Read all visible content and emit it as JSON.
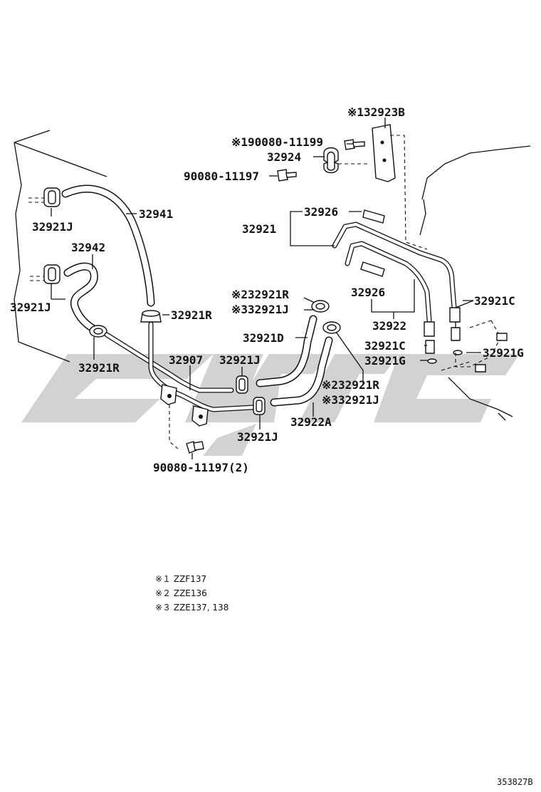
{
  "diagram": {
    "labels": {
      "l_32923B": "※132923B",
      "l_90080_11199": "※190080-11199",
      "l_32924": "32924",
      "l_90080_11197a": "90080-11197",
      "l_32941": "32941",
      "l_32921J_a": "32921J",
      "l_32942": "32942",
      "l_32921J_b": "32921J",
      "l_32926_a": "32926",
      "l_32921": "32921",
      "l_32921R_a": "※232921R",
      "l_32921J_c": "※332921J",
      "l_32926_b": "32926",
      "l_32921C_a": "32921C",
      "l_32921R_b": "32921R",
      "l_32921D": "32921D",
      "l_32922": "32922",
      "l_32921C_b": "32921C",
      "l_32921G_a": "32921G",
      "l_32921G_b": "32921G",
      "l_32921R_c": "32921R",
      "l_32907": "32907",
      "l_32921J_d": "32921J",
      "l_32921R_d": "※232921R",
      "l_32921J_e": "※332921J",
      "l_32922A": "32922A",
      "l_32921J_f": "32921J",
      "l_90080_11197b": "90080-11197(2)"
    },
    "notes": [
      "※１  ZZF137",
      "※２  ZZE136",
      "※３  ZZE137, 138"
    ],
    "reference": "353827B"
  }
}
